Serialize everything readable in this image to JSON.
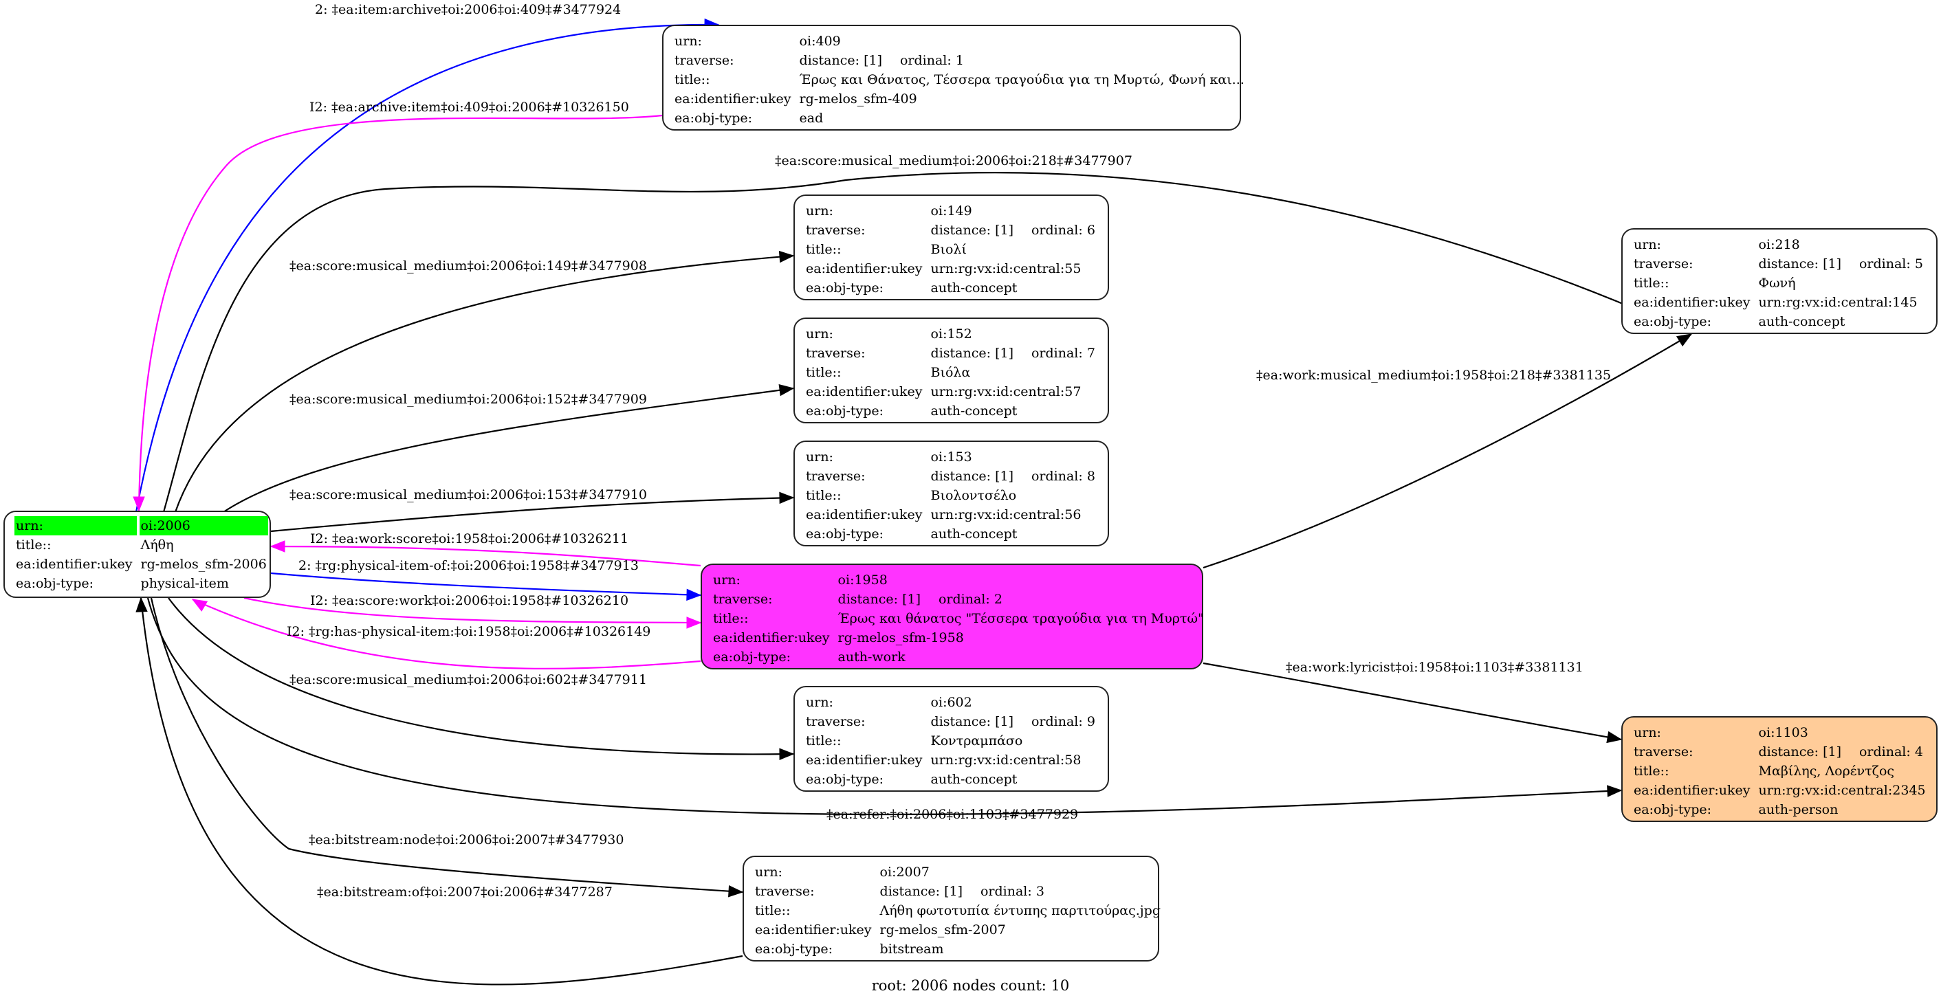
{
  "graph": {
    "caption": "root: 2006 nodes count: 10",
    "colors": {
      "root_highlight": "#00ff00",
      "work_fill": "#ff33ff",
      "person_fill": "#ffcc99",
      "default_fill": "#ffffff",
      "edge_default": "#000000",
      "edge_blue": "#0000ff",
      "edge_magenta": "#ff00ff"
    },
    "nodes": [
      {
        "id": "2006",
        "kind": "root",
        "rows": [
          {
            "k": "urn:",
            "v": "oi:2006"
          },
          {
            "k": "title::",
            "v": "Λήθη"
          },
          {
            "k": "ea:identifier:ukey",
            "v": "rg-melos_sfm-2006"
          },
          {
            "k": "ea:obj-type:",
            "v": "physical-item"
          }
        ]
      },
      {
        "id": "409",
        "kind": "plain",
        "rows": [
          {
            "k": "urn:",
            "v": "oi:409"
          },
          {
            "k": "traverse:",
            "v": "distance: [1]",
            "ord": "ordinal: 1"
          },
          {
            "k": "title::",
            "v": "Έρως και Θάνατος, Τέσσερα τραγούδια για τη Μυρτώ, Φωνή και..."
          },
          {
            "k": "ea:identifier:ukey",
            "v": "rg-melos_sfm-409"
          },
          {
            "k": "ea:obj-type:",
            "v": "ead"
          }
        ]
      },
      {
        "id": "149",
        "kind": "plain",
        "rows": [
          {
            "k": "urn:",
            "v": "oi:149"
          },
          {
            "k": "traverse:",
            "v": "distance: [1]",
            "ord": "ordinal: 6"
          },
          {
            "k": "title::",
            "v": "Βιολί"
          },
          {
            "k": "ea:identifier:ukey",
            "v": "urn:rg:vx:id:central:55"
          },
          {
            "k": "ea:obj-type:",
            "v": "auth-concept"
          }
        ]
      },
      {
        "id": "152",
        "kind": "plain",
        "rows": [
          {
            "k": "urn:",
            "v": "oi:152"
          },
          {
            "k": "traverse:",
            "v": "distance: [1]",
            "ord": "ordinal: 7"
          },
          {
            "k": "title::",
            "v": "Βιόλα"
          },
          {
            "k": "ea:identifier:ukey",
            "v": "urn:rg:vx:id:central:57"
          },
          {
            "k": "ea:obj-type:",
            "v": "auth-concept"
          }
        ]
      },
      {
        "id": "153",
        "kind": "plain",
        "rows": [
          {
            "k": "urn:",
            "v": "oi:153"
          },
          {
            "k": "traverse:",
            "v": "distance: [1]",
            "ord": "ordinal: 8"
          },
          {
            "k": "title::",
            "v": "Βιολοντσέλο"
          },
          {
            "k": "ea:identifier:ukey",
            "v": "urn:rg:vx:id:central:56"
          },
          {
            "k": "ea:obj-type:",
            "v": "auth-concept"
          }
        ]
      },
      {
        "id": "1958",
        "kind": "work",
        "rows": [
          {
            "k": "urn:",
            "v": "oi:1958"
          },
          {
            "k": "traverse:",
            "v": "distance: [1]",
            "ord": "ordinal: 2"
          },
          {
            "k": "title::",
            "v": "Έρως και θάνατος \"Τέσσερα τραγούδια για τη Μυρτώ\""
          },
          {
            "k": "ea:identifier:ukey",
            "v": "rg-melos_sfm-1958"
          },
          {
            "k": "ea:obj-type:",
            "v": "auth-work"
          }
        ]
      },
      {
        "id": "602",
        "kind": "plain",
        "rows": [
          {
            "k": "urn:",
            "v": "oi:602"
          },
          {
            "k": "traverse:",
            "v": "distance: [1]",
            "ord": "ordinal: 9"
          },
          {
            "k": "title::",
            "v": "Κοντραμπάσο"
          },
          {
            "k": "ea:identifier:ukey",
            "v": "urn:rg:vx:id:central:58"
          },
          {
            "k": "ea:obj-type:",
            "v": "auth-concept"
          }
        ]
      },
      {
        "id": "2007",
        "kind": "plain",
        "rows": [
          {
            "k": "urn:",
            "v": "oi:2007"
          },
          {
            "k": "traverse:",
            "v": "distance: [1]",
            "ord": "ordinal: 3"
          },
          {
            "k": "title::",
            "v": "Λήθη φωτοτυπία έντυπης παρτιτούρας.jpg"
          },
          {
            "k": "ea:identifier:ukey",
            "v": "rg-melos_sfm-2007"
          },
          {
            "k": "ea:obj-type:",
            "v": "bitstream"
          }
        ]
      },
      {
        "id": "218",
        "kind": "plain",
        "rows": [
          {
            "k": "urn:",
            "v": "oi:218"
          },
          {
            "k": "traverse:",
            "v": "distance: [1]",
            "ord": "ordinal: 5"
          },
          {
            "k": "title::",
            "v": "Φωνή"
          },
          {
            "k": "ea:identifier:ukey",
            "v": "urn:rg:vx:id:central:145"
          },
          {
            "k": "ea:obj-type:",
            "v": "auth-concept"
          }
        ]
      },
      {
        "id": "1103",
        "kind": "person",
        "rows": [
          {
            "k": "urn:",
            "v": "oi:1103"
          },
          {
            "k": "traverse:",
            "v": "distance: [1]",
            "ord": "ordinal: 4"
          },
          {
            "k": "title::",
            "v": "Μαβίλης, Λορέντζος"
          },
          {
            "k": "ea:identifier:ukey",
            "v": "urn:rg:vx:id:central:2345"
          },
          {
            "k": "ea:obj-type:",
            "v": "auth-person"
          }
        ]
      }
    ],
    "edges": [
      {
        "id": "e409a",
        "from": "2006",
        "to": "409",
        "color": "blue",
        "label": "2: ‡ea:item:archive‡oi:2006‡oi:409‡#3477924"
      },
      {
        "id": "e409b",
        "from": "409",
        "to": "2006",
        "color": "magenta",
        "label": "I2: ‡ea:archive:item‡oi:409‡oi:2006‡#10326150"
      },
      {
        "id": "e218",
        "from": "2006",
        "to": "218",
        "color": "black",
        "label": "‡ea:score:musical_medium‡oi:2006‡oi:218‡#3477907"
      },
      {
        "id": "e149",
        "from": "2006",
        "to": "149",
        "color": "black",
        "label": "‡ea:score:musical_medium‡oi:2006‡oi:149‡#3477908"
      },
      {
        "id": "e152",
        "from": "2006",
        "to": "152",
        "color": "black",
        "label": "‡ea:score:musical_medium‡oi:2006‡oi:152‡#3477909"
      },
      {
        "id": "e153",
        "from": "2006",
        "to": "153",
        "color": "black",
        "label": "‡ea:score:musical_medium‡oi:2006‡oi:153‡#3477910"
      },
      {
        "id": "e1958a",
        "from": "1958",
        "to": "2006",
        "color": "magenta",
        "label": "I2: ‡ea:work:score‡oi:1958‡oi:2006‡#10326211"
      },
      {
        "id": "e1958b",
        "from": "2006",
        "to": "1958",
        "color": "blue",
        "label": "2: ‡rg:physical-item-of:‡oi:2006‡oi:1958‡#3477913"
      },
      {
        "id": "e1958c",
        "from": "2006",
        "to": "1958",
        "color": "magenta",
        "label": "I2: ‡ea:score:work‡oi:2006‡oi:1958‡#10326210"
      },
      {
        "id": "e1958d",
        "from": "1958",
        "to": "2006",
        "color": "magenta",
        "label": "I2: ‡rg:has-physical-item:‡oi:1958‡oi:2006‡#10326149"
      },
      {
        "id": "e602",
        "from": "2006",
        "to": "602",
        "color": "black",
        "label": "‡ea:score:musical_medium‡oi:2006‡oi:602‡#3477911"
      },
      {
        "id": "e1103r",
        "from": "2006",
        "to": "1103",
        "color": "black",
        "label": "‡ea:refer:‡oi:2006‡oi:1103‡#3477929"
      },
      {
        "id": "e2007a",
        "from": "2006",
        "to": "2007",
        "color": "black",
        "label": "‡ea:bitstream:node‡oi:2006‡oi:2007‡#3477930"
      },
      {
        "id": "e2007b",
        "from": "2007",
        "to": "2006",
        "color": "black",
        "label": "‡ea:bitstream:of‡oi:2007‡oi:2006‡#3477287"
      },
      {
        "id": "e218w",
        "from": "1958",
        "to": "218",
        "color": "black",
        "label": "‡ea:work:musical_medium‡oi:1958‡oi:218‡#3381135"
      },
      {
        "id": "e1103w",
        "from": "1958",
        "to": "1103",
        "color": "black",
        "label": "‡ea:work:lyricist‡oi:1958‡oi:1103‡#3381131"
      }
    ]
  }
}
